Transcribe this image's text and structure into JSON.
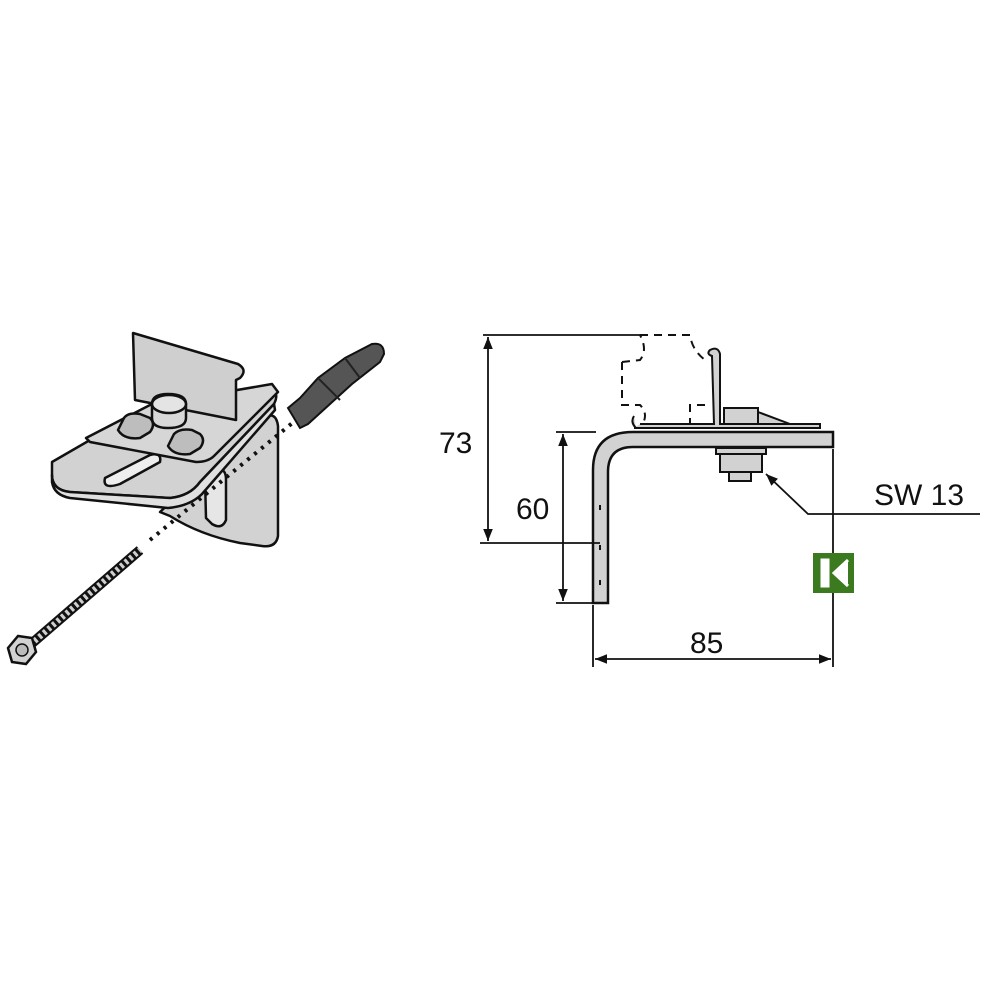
{
  "dimensions": {
    "total_height": "73",
    "leg_height": "60",
    "width": "85",
    "wrench_size": "SW 13"
  },
  "logo": {
    "letter": "K",
    "color": "#3b7a1f"
  },
  "colors": {
    "metal": "#d2d2d2",
    "anchor": "#555555",
    "line": "#111111"
  }
}
